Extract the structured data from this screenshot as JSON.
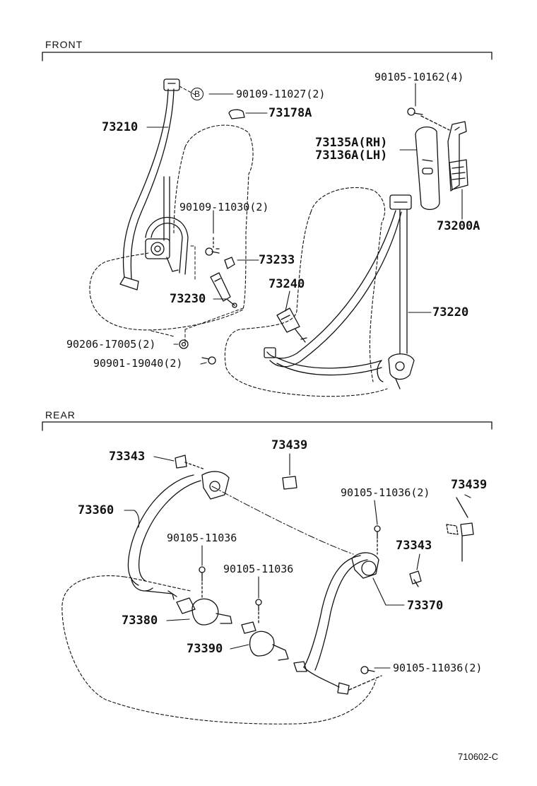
{
  "sections": {
    "front": "FRONT",
    "rear": "REAR"
  },
  "labels": {
    "p73210": "73210",
    "p90109_11027": "90109-11027(2)",
    "p73178A": "73178A",
    "p90105_10162": "90105-10162(4)",
    "p73135A": "73135A(RH)",
    "p73136A": "73136A(LH)",
    "p90109_11030": "90109-11030(2)",
    "p73233": "73233",
    "p73200A": "73200A",
    "p73240": "73240",
    "p73230": "73230",
    "p73220": "73220",
    "p90206_17005": "90206-17005(2)",
    "p90901_19040": "90901-19040(2)",
    "p73343_a": "73343",
    "p73439_a": "73439",
    "p73360": "73360",
    "p90105_11036_2a": "90105-11036(2)",
    "p73439_b": "73439",
    "p90105_11036_a": "90105-11036",
    "p73343_b": "73343",
    "p90105_11036_b": "90105-11036",
    "p73370": "73370",
    "p73380": "73380",
    "p73390": "73390",
    "p90105_11036_2b": "90105-11036(2)"
  },
  "marker": "B",
  "footer": "710602-C"
}
